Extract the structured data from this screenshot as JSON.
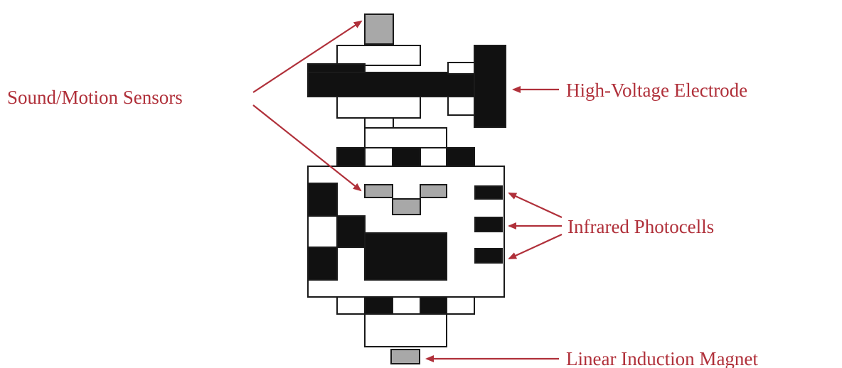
{
  "labels": {
    "sound_motion_sensors": "Sound/Motion Sensors",
    "high_voltage_electrode": "High-Voltage Electrode",
    "infrared_photocells": "Infrared Photocells",
    "linear_induction_magnet": "Linear Induction Magnet"
  },
  "colors": {
    "label_text": "#b0303a",
    "arrow": "#b0303a",
    "solid_block": "#111111",
    "sensor_block": "#a8a8a8",
    "outline": "#1a1a1a",
    "background": "#ffffff"
  }
}
